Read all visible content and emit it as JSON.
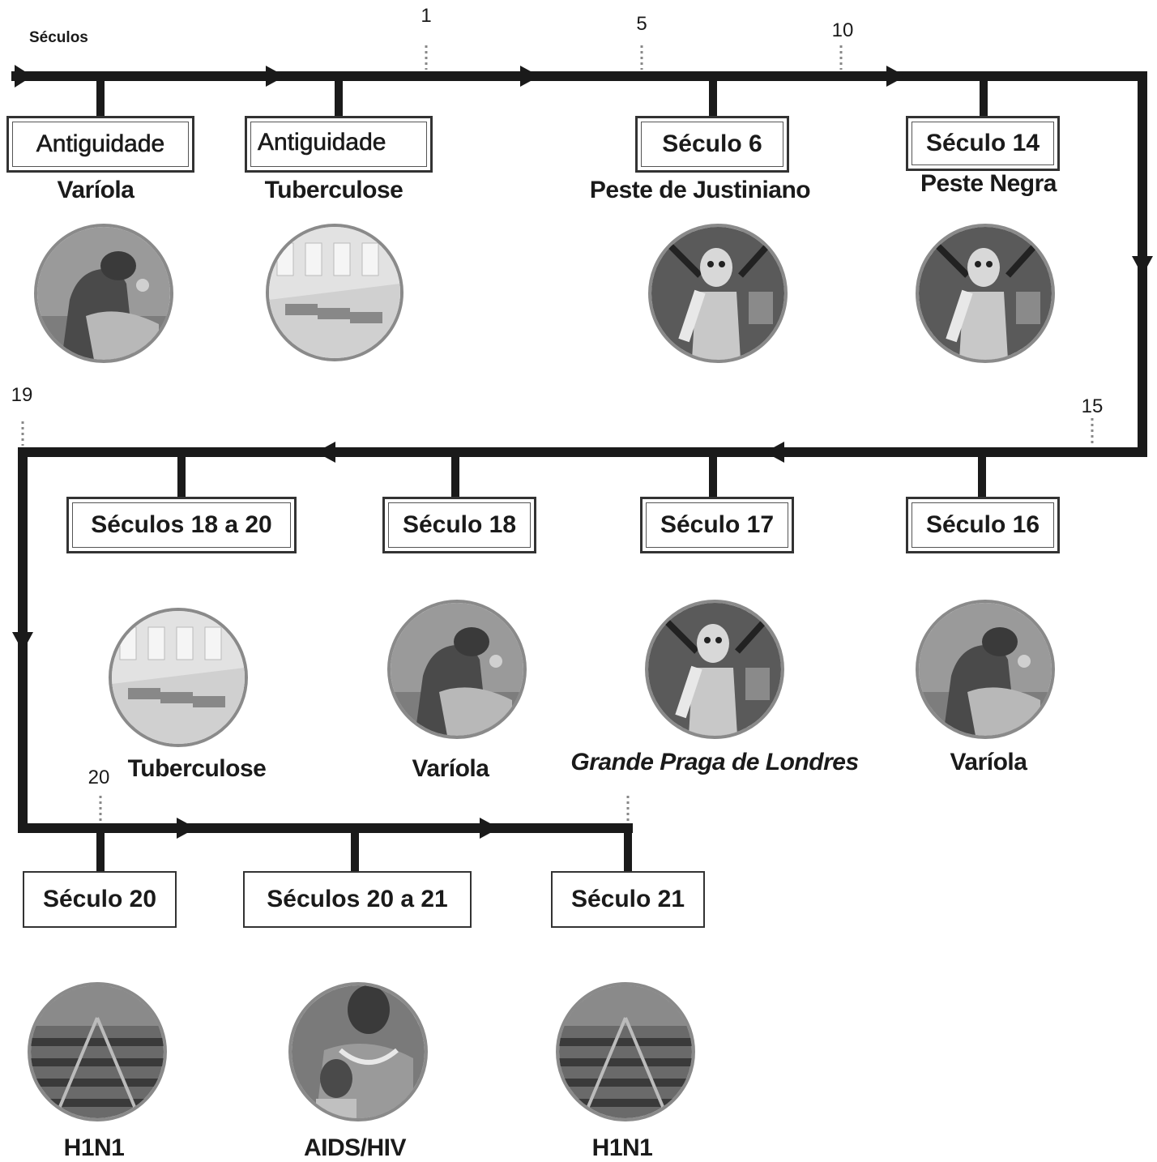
{
  "header": {
    "label": "Séculos"
  },
  "century_markers": [
    "1",
    "5",
    "10",
    "15",
    "19",
    "20"
  ],
  "boxes": [
    "Antiguidade",
    "Antiguidade",
    "Século 6",
    "Século 14",
    "Séculos 18 a 20",
    "Século 18",
    "Século 17",
    "Século 16",
    "Século 20",
    "Séculos 20 a 21",
    "Século 21"
  ],
  "diseases": [
    "Varíola",
    "Tuberculose",
    "Peste de Justiniano",
    "Peste Negra",
    "Tuberculose",
    "Varíola",
    "Grande Praga de Londres",
    "Varíola",
    "H1N1",
    "AIDS/HIV",
    "H1N1"
  ],
  "images": [
    "smallpox-patient",
    "tuberculosis-ward",
    "plague-skeleton-painting",
    "plague-skeleton-painting",
    "tuberculosis-ward",
    "smallpox-patient",
    "plague-skeleton-painting",
    "smallpox-patient",
    "influenza-hospital-ward",
    "hiv-mother-and-child",
    "influenza-hospital-ward"
  ],
  "colors": {
    "line": "#1a1a1a",
    "box_border": "#333333",
    "circle_ring": "#8a8a8a"
  }
}
